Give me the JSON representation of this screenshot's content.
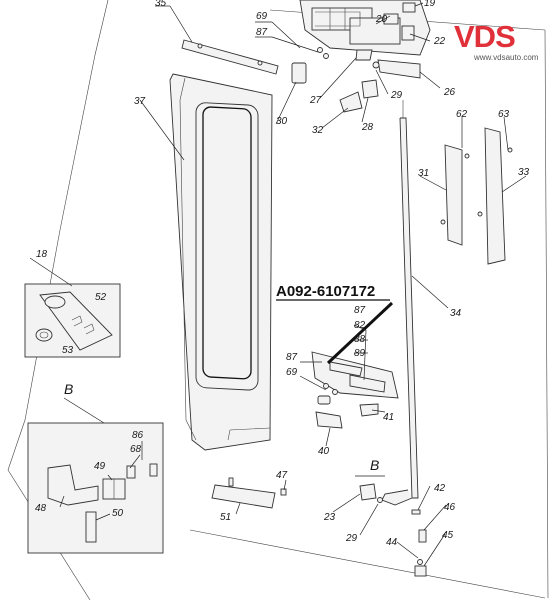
{
  "logo": {
    "brand": "VDS",
    "url": "www.vdsauto.com",
    "color": "#e0303a"
  },
  "part_number": "A092-6107172",
  "view_labels": {
    "detail_b": "B",
    "arrow_b": "B"
  },
  "callouts": [
    {
      "id": "c35",
      "text": "35"
    },
    {
      "id": "c69a",
      "text": "69"
    },
    {
      "id": "c87a",
      "text": "87"
    },
    {
      "id": "c20",
      "text": "20"
    },
    {
      "id": "c19",
      "text": "19"
    },
    {
      "id": "c22",
      "text": "22"
    },
    {
      "id": "c30",
      "text": "30"
    },
    {
      "id": "c27",
      "text": "27"
    },
    {
      "id": "c29a",
      "text": "29"
    },
    {
      "id": "c26",
      "text": "26"
    },
    {
      "id": "c32",
      "text": "32"
    },
    {
      "id": "c28",
      "text": "28"
    },
    {
      "id": "c37",
      "text": "37"
    },
    {
      "id": "c62",
      "text": "62"
    },
    {
      "id": "c63",
      "text": "63"
    },
    {
      "id": "c31",
      "text": "31"
    },
    {
      "id": "c33",
      "text": "33"
    },
    {
      "id": "c18",
      "text": "18"
    },
    {
      "id": "c52",
      "text": "52"
    },
    {
      "id": "c53",
      "text": "53"
    },
    {
      "id": "c34",
      "text": "34"
    },
    {
      "id": "c87b",
      "text": "87"
    },
    {
      "id": "c82",
      "text": "82"
    },
    {
      "id": "c88",
      "text": "88"
    },
    {
      "id": "c89",
      "text": "89"
    },
    {
      "id": "c87c",
      "text": "87"
    },
    {
      "id": "c69b",
      "text": "69"
    },
    {
      "id": "c41",
      "text": "41"
    },
    {
      "id": "c40",
      "text": "40"
    },
    {
      "id": "c86",
      "text": "86"
    },
    {
      "id": "c68",
      "text": "68"
    },
    {
      "id": "c49",
      "text": "49"
    },
    {
      "id": "c48",
      "text": "48"
    },
    {
      "id": "c50",
      "text": "50"
    },
    {
      "id": "c47",
      "text": "47"
    },
    {
      "id": "c51",
      "text": "51"
    },
    {
      "id": "c23",
      "text": "23"
    },
    {
      "id": "c29b",
      "text": "29"
    },
    {
      "id": "c42",
      "text": "42"
    },
    {
      "id": "c46",
      "text": "46"
    },
    {
      "id": "c44",
      "text": "44"
    },
    {
      "id": "c45",
      "text": "45"
    }
  ]
}
